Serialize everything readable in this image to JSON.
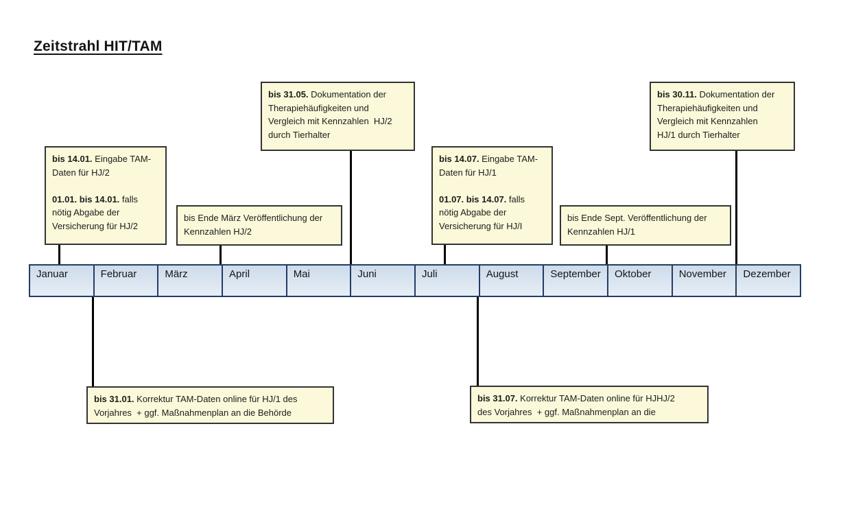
{
  "title": "Zeitstrahl HIT/TAM",
  "colors": {
    "box_fill": "#fbf9da",
    "box_border": "#333333",
    "month_fill_top": "#ccdbeb",
    "month_fill_bottom": "#e7eef6",
    "month_border": "#243c63",
    "connector": "#000000"
  },
  "timeline": {
    "months": [
      "Januar",
      "Februar",
      "März",
      "April",
      "Mai",
      "Juni",
      "Juli",
      "August",
      "September",
      "Oktober",
      "November",
      "Dezember"
    ]
  },
  "annotations": {
    "bis_14_01": {
      "segments": [
        {
          "t": "bis 14.01.",
          "b": true
        },
        {
          "t": " Eingabe TAM-\nDaten für HJ/2\n\n",
          "b": false
        },
        {
          "t": "01.01. bis 14.01.",
          "b": true
        },
        {
          "t": " falls\nnötig Abgabe der\nVersicherung für HJ/2",
          "b": false
        }
      ]
    },
    "bis_31_05": {
      "segments": [
        {
          "t": "bis 31.05.",
          "b": true
        },
        {
          "t": " Dokumentation der\nTherapiehäufigkeiten und\nVergleich mit Kennzahlen  HJ/2\ndurch Tierhalter",
          "b": false
        }
      ]
    },
    "bis_ende_maerz": {
      "segments": [
        {
          "t": "bis Ende März Veröffentlichung der\nKennzahlen HJ/2",
          "b": false
        }
      ]
    },
    "bis_14_07": {
      "segments": [
        {
          "t": "bis 14.07.",
          "b": true
        },
        {
          "t": " Eingabe TAM-\nDaten für HJ/1\n\n",
          "b": false
        },
        {
          "t": "01.07. bis 14.07.",
          "b": true
        },
        {
          "t": " falls\nnötig Abgabe der\nVersicherung für HJ/I",
          "b": false
        }
      ]
    },
    "bis_ende_sept": {
      "segments": [
        {
          "t": "bis Ende Sept. Veröffentlichung der\nKennzahlen HJ/1",
          "b": false
        }
      ]
    },
    "bis_30_11": {
      "segments": [
        {
          "t": "bis 30.11.",
          "b": true
        },
        {
          "t": " Dokumentation der\nTherapiehäufigkeiten und\nVergleich mit Kennzahlen\nHJ/1 durch Tierhalter",
          "b": false
        }
      ]
    },
    "bis_31_01": {
      "segments": [
        {
          "t": "bis 31.01.",
          "b": true
        },
        {
          "t": " Korrektur TAM-Daten online für HJ/1 des\nVorjahres  + ggf. Maßnahmenplan an die Behörde",
          "b": false
        }
      ]
    },
    "bis_31_07": {
      "segments": [
        {
          "t": "bis 31.07.",
          "b": true
        },
        {
          "t": " Korrektur TAM-Daten online für HJHJ/2\ndes Vorjahres  + ggf. Maßnahmenplan an die",
          "b": false
        }
      ]
    }
  }
}
